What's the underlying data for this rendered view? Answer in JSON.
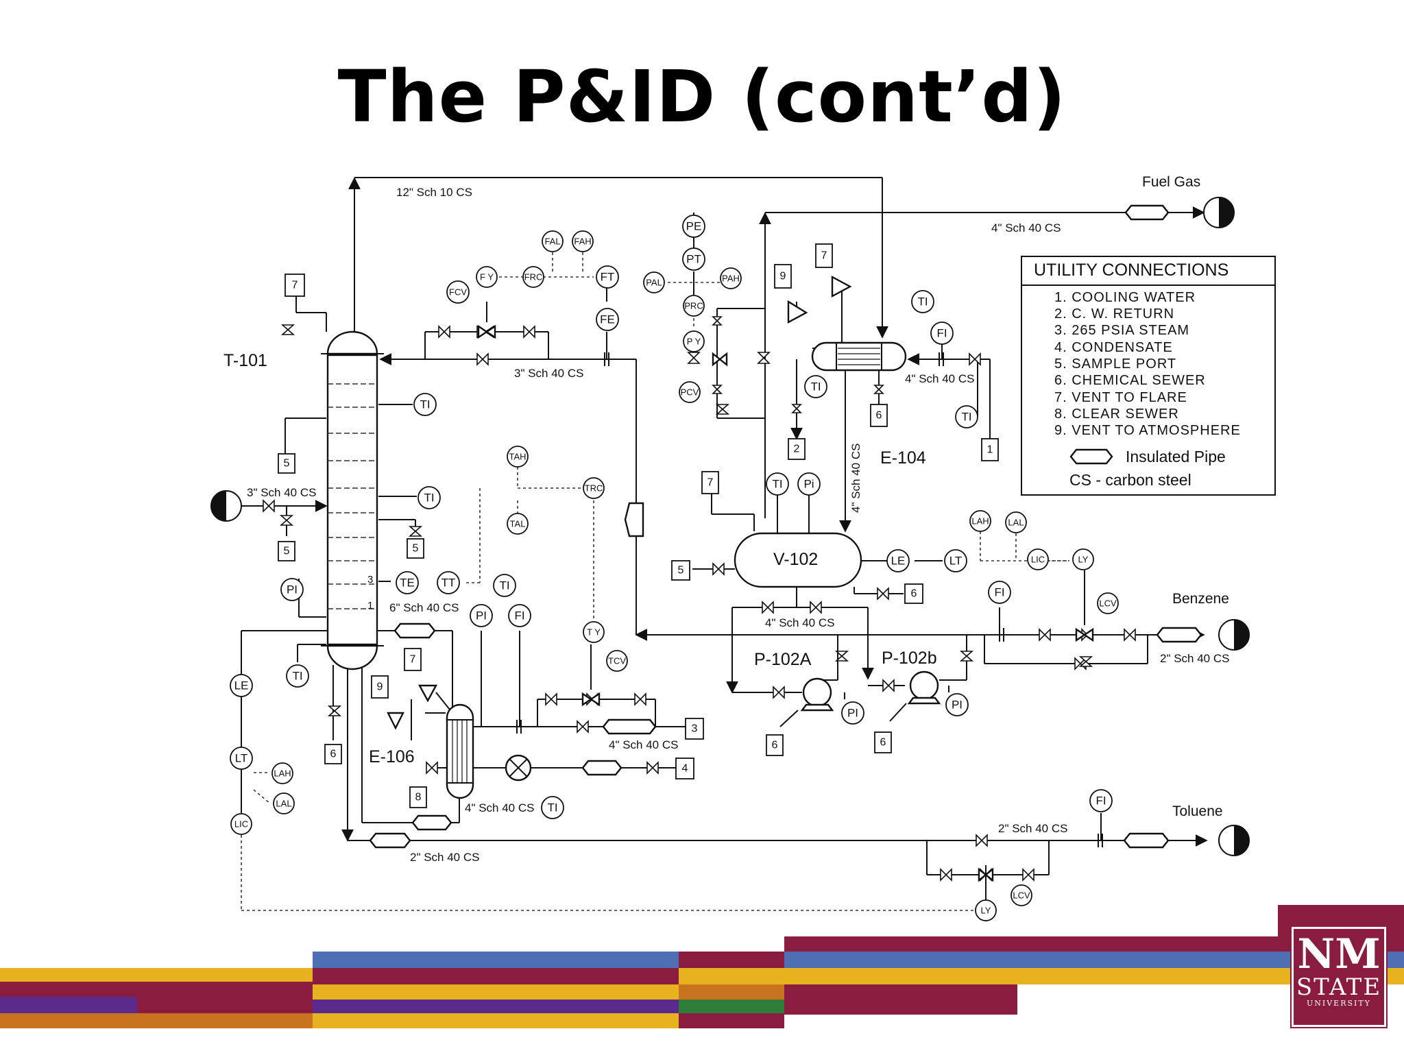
{
  "slide": {
    "title": "The P&ID (cont’d)"
  },
  "equipment": {
    "tower": "T-101",
    "reflux_drum": "V-102",
    "condenser": "E-104",
    "reboiler": "E-106",
    "pump_a": "P-102A",
    "pump_b": "P-102b"
  },
  "streams": {
    "fuel_gas": "Fuel Gas",
    "benzene": "Benzene",
    "toluene": "Toluene"
  },
  "pipe_specs": {
    "overhead": "12\" Sch 10  CS",
    "fuel_gas_line": "4\" Sch 40 CS",
    "reflux": "3\" Sch 40 CS",
    "feed": "3\" Sch 40 CS",
    "cw_line": "4\" Sch 40 CS",
    "condensate_drop": "4\" Sch 40 CS",
    "pump_suction": "4\" Sch 40 CS",
    "bottoms_draw": "6\" Sch 40 CS",
    "steam_line": "4\" Sch 40 CS",
    "condensate_line": "4\" Sch 40 CS",
    "bottoms_out": "2\" Sch 40 CS",
    "benzene_out": "2\" Sch 40 CS",
    "toluene_out": "2\" Sch 40 CS"
  },
  "instruments": {
    "ti": "TI",
    "pi": "PI",
    "fi": "FI",
    "fe": "FE",
    "ft": "FT",
    "fy": "F Y",
    "frc": "FRC",
    "fal": "FAL",
    "fah": "FAH",
    "fcv": "FCV",
    "pe": "PE",
    "pt": "PT",
    "pal": "PAL",
    "pah": "PAH",
    "prc": "PRC",
    "py": "P Y",
    "pcv": "PCV",
    "tah": "TAH",
    "trc": "TRC",
    "tal": "TAL",
    "te": "TE",
    "tt": "TT",
    "ty": "T Y",
    "tcv": "TCV",
    "le": "LE",
    "lt": "LT",
    "lah": "LAH",
    "lal": "LAL",
    "lic": "LIC",
    "ly": "LY",
    "lcv": "LCV",
    "pi_alt": "Pi"
  },
  "tray_labels": {
    "t3": "3",
    "t1": "1"
  },
  "utility_numbers": [
    "1",
    "2",
    "3",
    "4",
    "5",
    "6",
    "7",
    "8",
    "9"
  ],
  "utility_legend": {
    "title": "UTILITY CONNECTIONS",
    "items": [
      "1.  COOLING  WATER",
      "2.  C.  W.  RETURN",
      "3.  265  PSIA  STEAM",
      "4.  CONDENSATE",
      "5.  SAMPLE  PORT",
      "6.  CHEMICAL  SEWER",
      "7.  VENT  TO  FLARE",
      "8.  CLEAR  SEWER",
      "9.  VENT  TO  ATMOSPHERE"
    ],
    "insulated": "Insulated Pipe",
    "cs_note": "CS - carbon steel"
  },
  "logo": {
    "line1": "NM",
    "line2": "STATE",
    "line3": "UNIVERSITY",
    "color": "#8a1c3f"
  },
  "footer_colors": {
    "maroon": "#8a1c3f",
    "gold": "#e6b31e",
    "blue": "#4f6fb5",
    "purple": "#5b2a8c",
    "orange": "#c9731f",
    "green": "#2f7d3a"
  }
}
